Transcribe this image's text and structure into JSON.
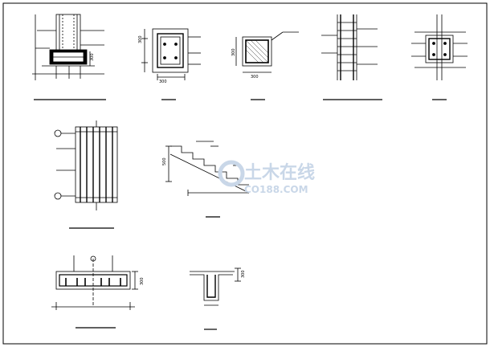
{
  "drawing": {
    "dimensions": {
      "d1": "300",
      "d2": "300",
      "d3": "300",
      "d4": "300",
      "d5": "300",
      "d6": "500",
      "d7": "300",
      "d8": "300"
    }
  },
  "watermark": {
    "text_cn": "土木在线",
    "text_en": "CO188.COM",
    "color": "#c9d7e8"
  },
  "colors": {
    "line": "#000000",
    "hatch": "#000000",
    "background": "#ffffff"
  }
}
